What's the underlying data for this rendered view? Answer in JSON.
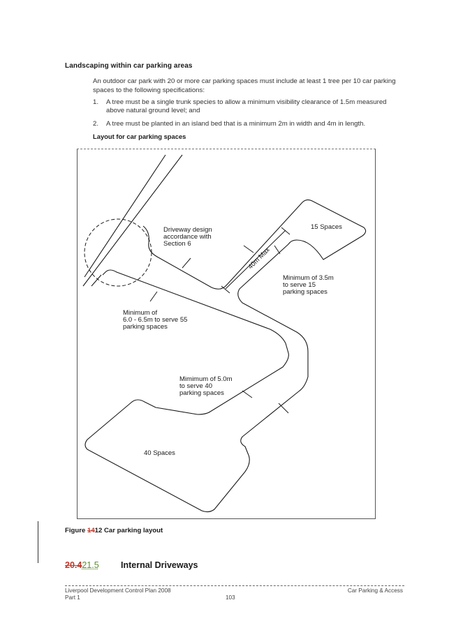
{
  "heading": "Landscaping within car parking areas",
  "intro": "An outdoor car park with 20 or more car parking spaces must include at least 1 tree per 10 car parking spaces to the following specifications:",
  "list": [
    {
      "num": "1.",
      "text": "A tree must be a single trunk species to allow a minimum visibility clearance of 1.5m measured above natural ground level; and"
    },
    {
      "num": "2.",
      "text": "A tree must be planted in an island bed that is a minimum 2m in width and 4m in length."
    }
  ],
  "subheading": "Layout for car parking spaces",
  "figure": {
    "labels": {
      "spaces15": "15 Spaces",
      "spaces40": "40 Spaces",
      "driveway_line1": "Driveway design",
      "driveway_line2": "accordance with",
      "driveway_line3": "Section 6",
      "min35_line1": "Minimum of 3.5m",
      "min35_line2": "to serve 15",
      "min35_line3": "parking spaces",
      "min60_line1": "Minimum of",
      "min60_line2": "6.0 - 6.5m to serve 55",
      "min60_line3": "parking spaces",
      "min50_line1": "Mimimum of 5.0m",
      "min50_line2": "to serve 40",
      "min50_line3": "parking spaces",
      "max40": "40m Max"
    }
  },
  "caption": {
    "prefix": "Figure ",
    "deleted": "14",
    "inserted": "12",
    "title": " Car parking layout"
  },
  "section": {
    "deleted": "20.4",
    "inserted": "21.5",
    "title": "Internal Driveways"
  },
  "footer": {
    "left_line1": "Liverpool Development Control Plan 2008",
    "left_line2": "Part 1",
    "page": "103",
    "right": "Car Parking & Access"
  }
}
